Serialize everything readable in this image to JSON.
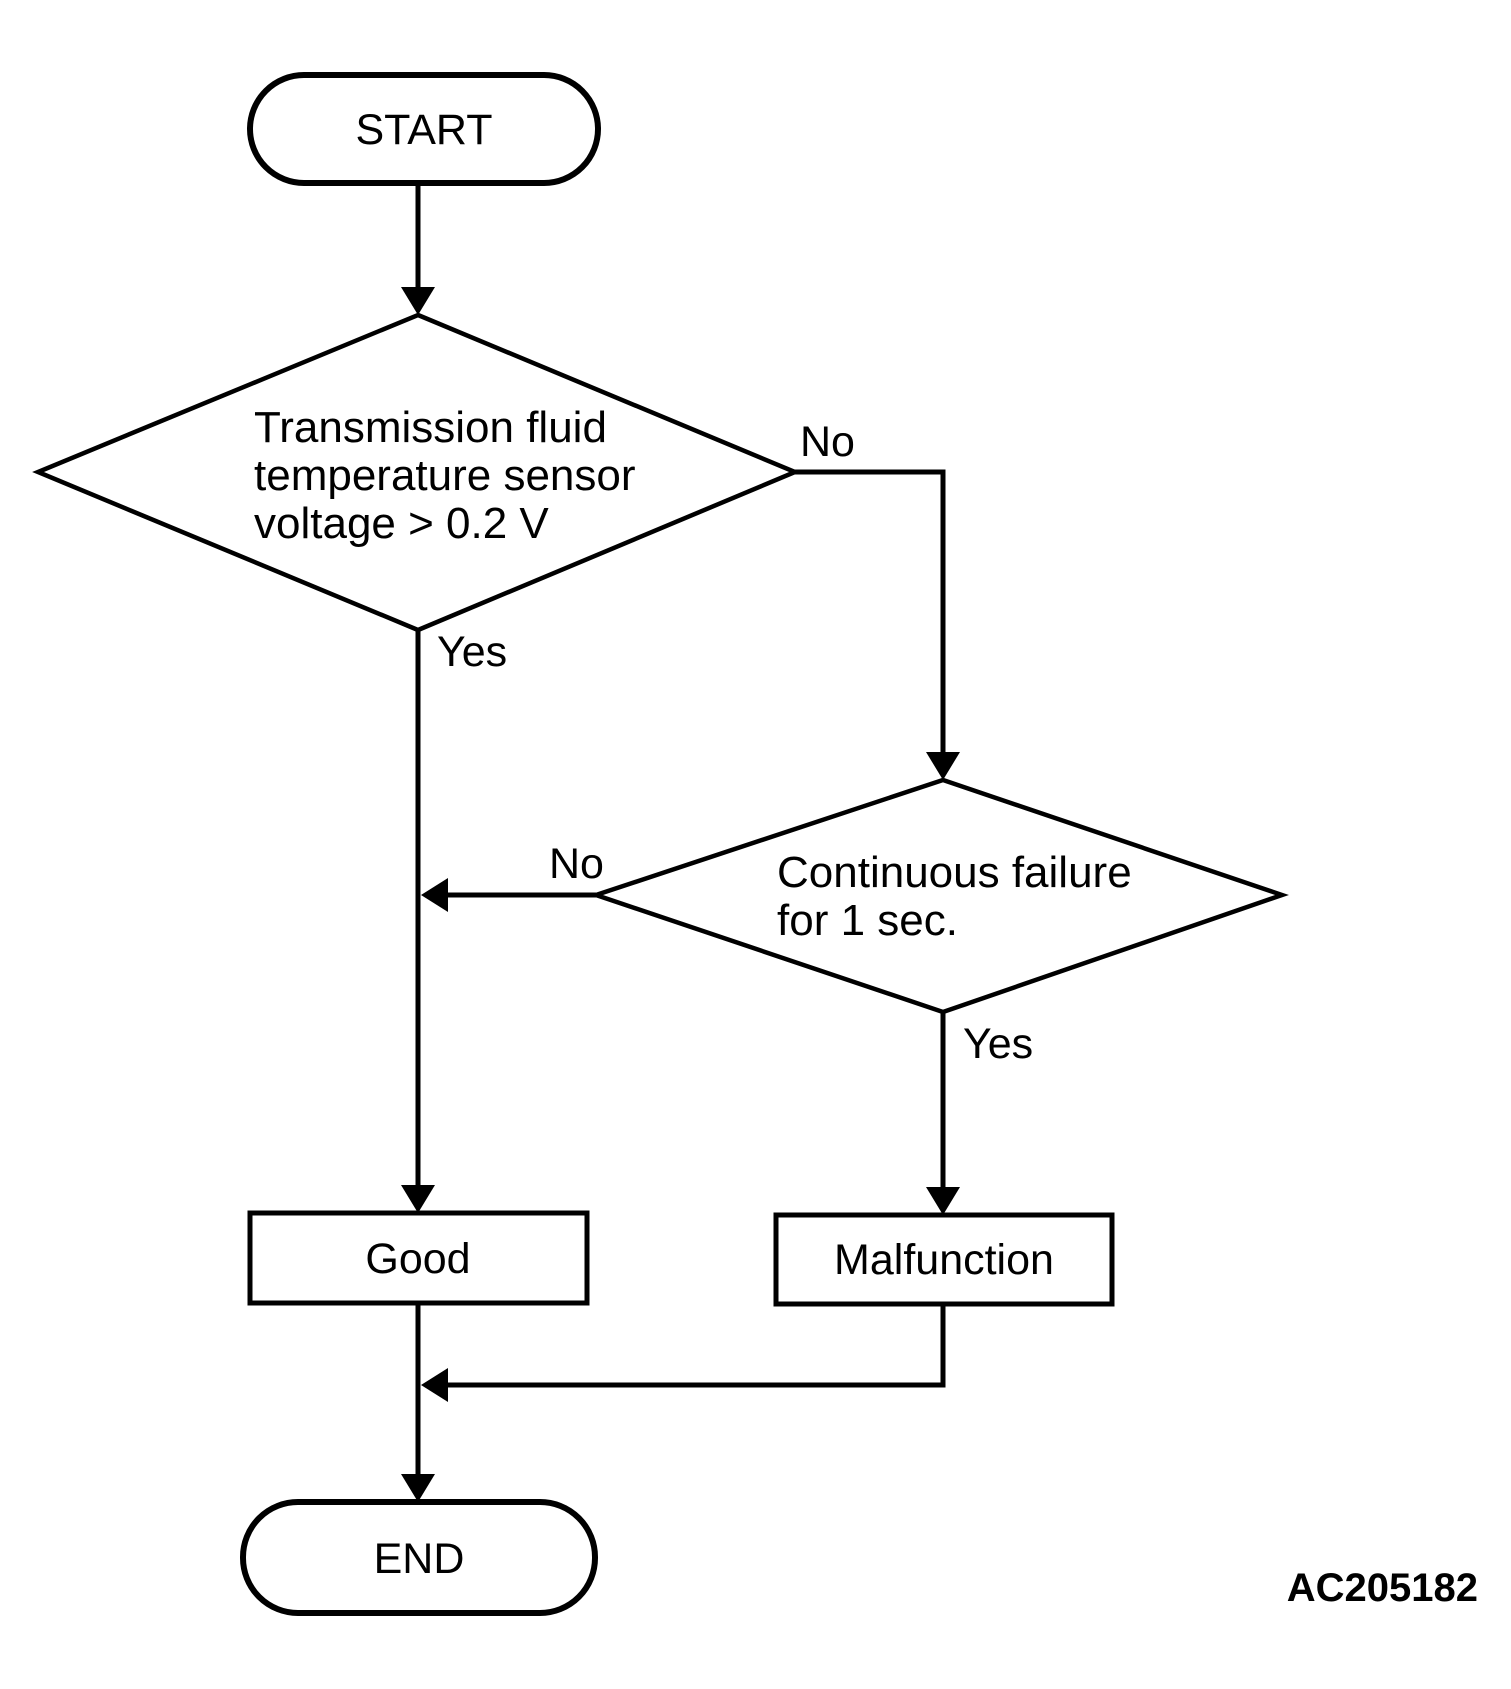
{
  "diagram": {
    "type": "flowchart",
    "background_color": "#ffffff",
    "line_color": "#000000",
    "text_color": "#000000"
  },
  "nodes": {
    "start": {
      "type": "terminator",
      "label": "START"
    },
    "decision1": {
      "type": "decision",
      "lines": [
        "Transmission fluid",
        "temperature sensor",
        "voltage > 0.2 V"
      ]
    },
    "decision2": {
      "type": "decision",
      "lines": [
        "Continuous failure",
        "for 1 sec."
      ]
    },
    "good": {
      "type": "process",
      "label": "Good"
    },
    "malfunction": {
      "type": "process",
      "label": "Malfunction"
    },
    "end": {
      "type": "terminator",
      "label": "END"
    }
  },
  "edges": {
    "decision1_no": "No",
    "decision1_yes": "Yes",
    "decision2_no": "No",
    "decision2_yes": "Yes"
  },
  "figure_id": "AC205182"
}
